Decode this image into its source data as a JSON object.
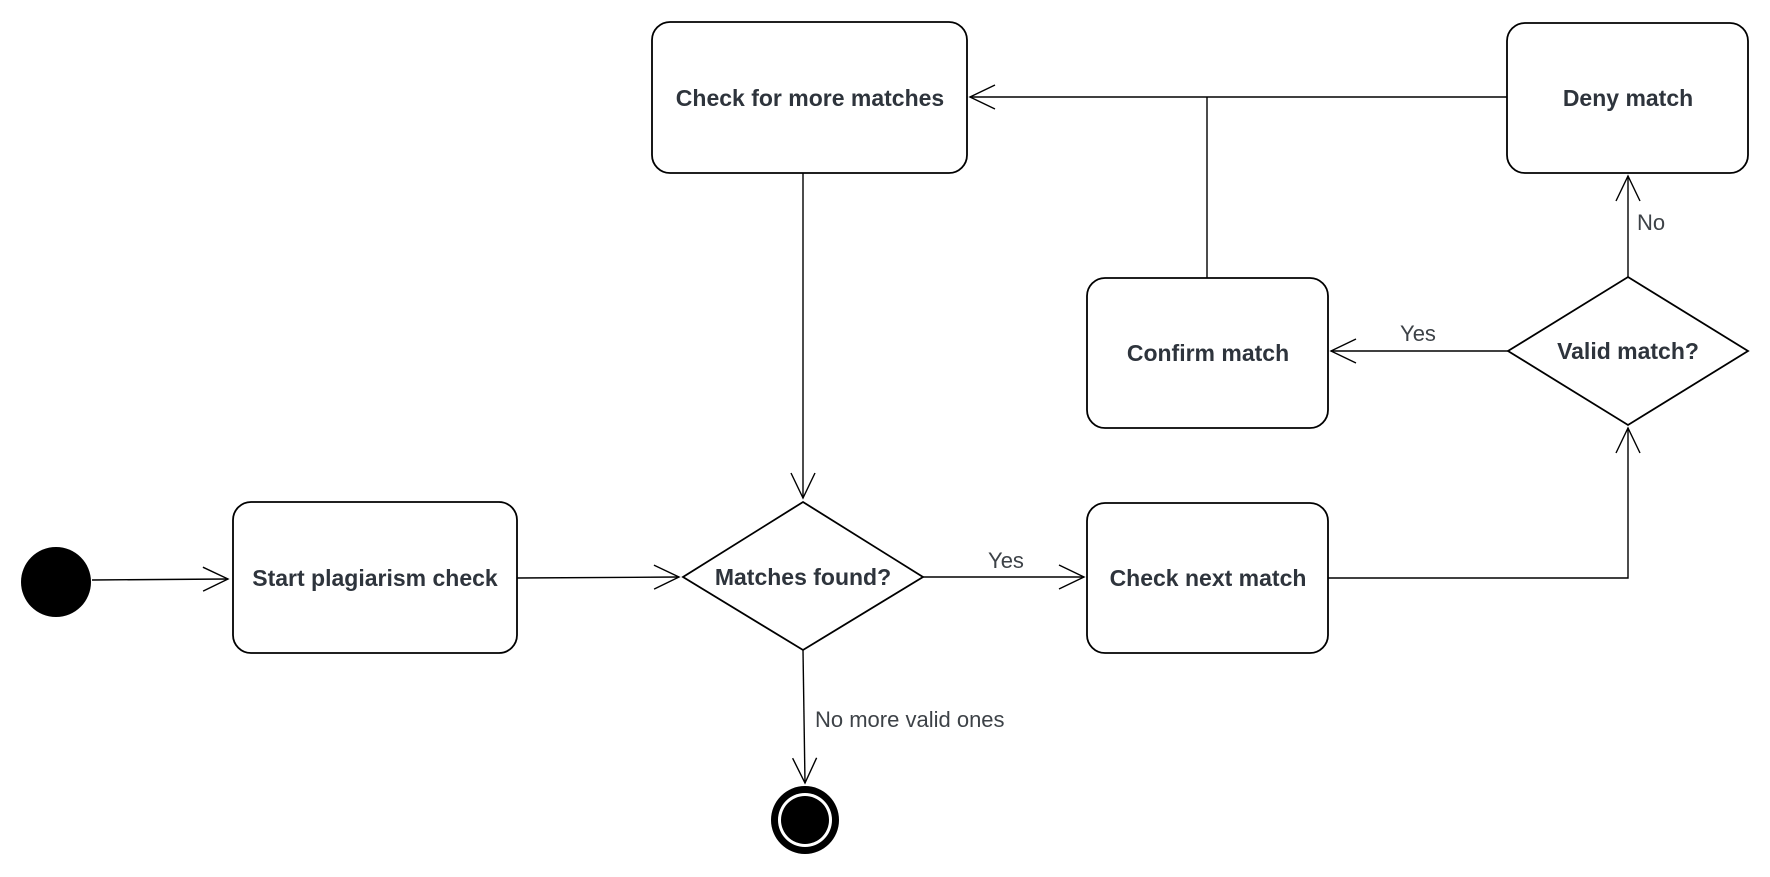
{
  "colors": {
    "background": "#ffffff",
    "shape_fill": "#ffffff",
    "line": "#000000",
    "node_text": "#2e343c",
    "edge_label_text": "#3d4247"
  },
  "nodes": {
    "initial": {
      "type": "initial-node"
    },
    "start_plagiarism_check": {
      "label": "Start plagiarism check"
    },
    "matches_found": {
      "label": "Matches found?"
    },
    "check_next_match": {
      "label": "Check next match"
    },
    "valid_match": {
      "label": "Valid match?"
    },
    "confirm_match": {
      "label": "Confirm match"
    },
    "deny_match": {
      "label": "Deny match"
    },
    "check_for_more_matches": {
      "label": "Check for more matches"
    },
    "final": {
      "type": "final-node"
    }
  },
  "edges": {
    "matches_found_yes": {
      "label": "Yes"
    },
    "matches_found_no_more": {
      "label": "No more valid ones"
    },
    "valid_match_yes": {
      "label": "Yes"
    },
    "valid_match_no": {
      "label": "No"
    }
  }
}
